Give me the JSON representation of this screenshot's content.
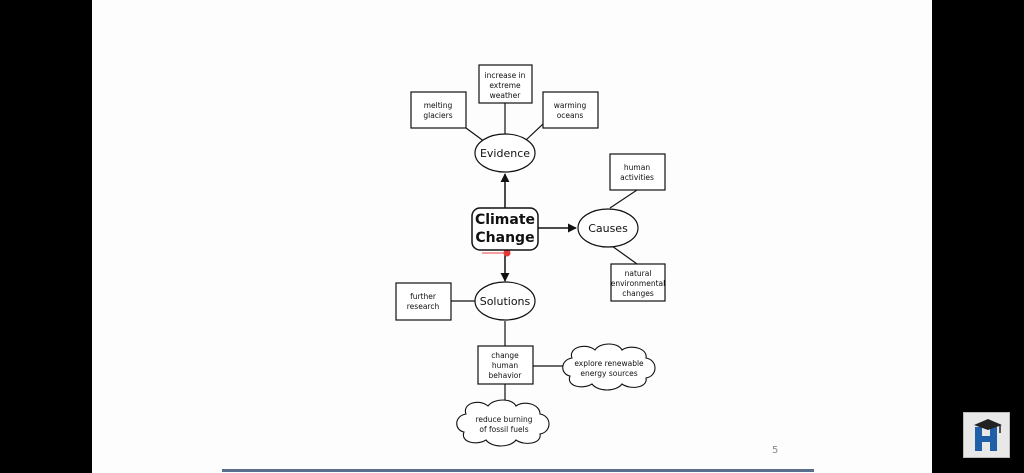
{
  "diagram": {
    "center": [
      "Climate",
      "Change"
    ],
    "evidence": {
      "label": "Evidence",
      "items": [
        [
          "increase in",
          "extreme",
          "weather"
        ],
        [
          "melting",
          "glaciers"
        ],
        [
          "warming",
          "oceans"
        ]
      ]
    },
    "causes": {
      "label": "Causes",
      "items": [
        [
          "human",
          "activities"
        ],
        [
          "natural",
          "environmental",
          "changes"
        ]
      ]
    },
    "solutions": {
      "label": "Solutions",
      "items": [
        [
          "further",
          "research"
        ],
        [
          "change",
          "human",
          "behavior"
        ],
        [
          "explore renewable",
          "energy sources"
        ],
        [
          "reduce burning",
          "of fossil fuels"
        ]
      ]
    }
  },
  "slide": {
    "page_number": "5"
  },
  "colors": {
    "accent_bar": "#5a6f8c",
    "laser_pointer": "#e53935",
    "logo_blue": "#1f5fa8"
  },
  "logo": {
    "icon": "graduation-cap-h-logo"
  }
}
